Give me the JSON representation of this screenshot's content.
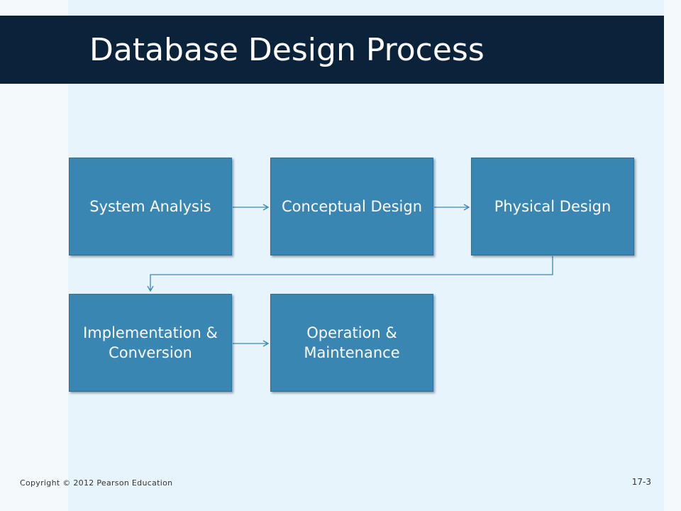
{
  "slide": {
    "title": "Database Design Process",
    "steps": [
      "System Analysis",
      "Conceptual Design",
      "Physical Design",
      "Implementation & Conversion",
      "Operation & Maintenance"
    ],
    "footer": {
      "copyright": "Copyright © 2012 Pearson Education",
      "slide_number": "17-3"
    }
  },
  "colors": {
    "title_bar": "#0b223b",
    "box_fill": "#3a86b2",
    "connector": "#3a86b2",
    "background": "#e8f4fb"
  }
}
